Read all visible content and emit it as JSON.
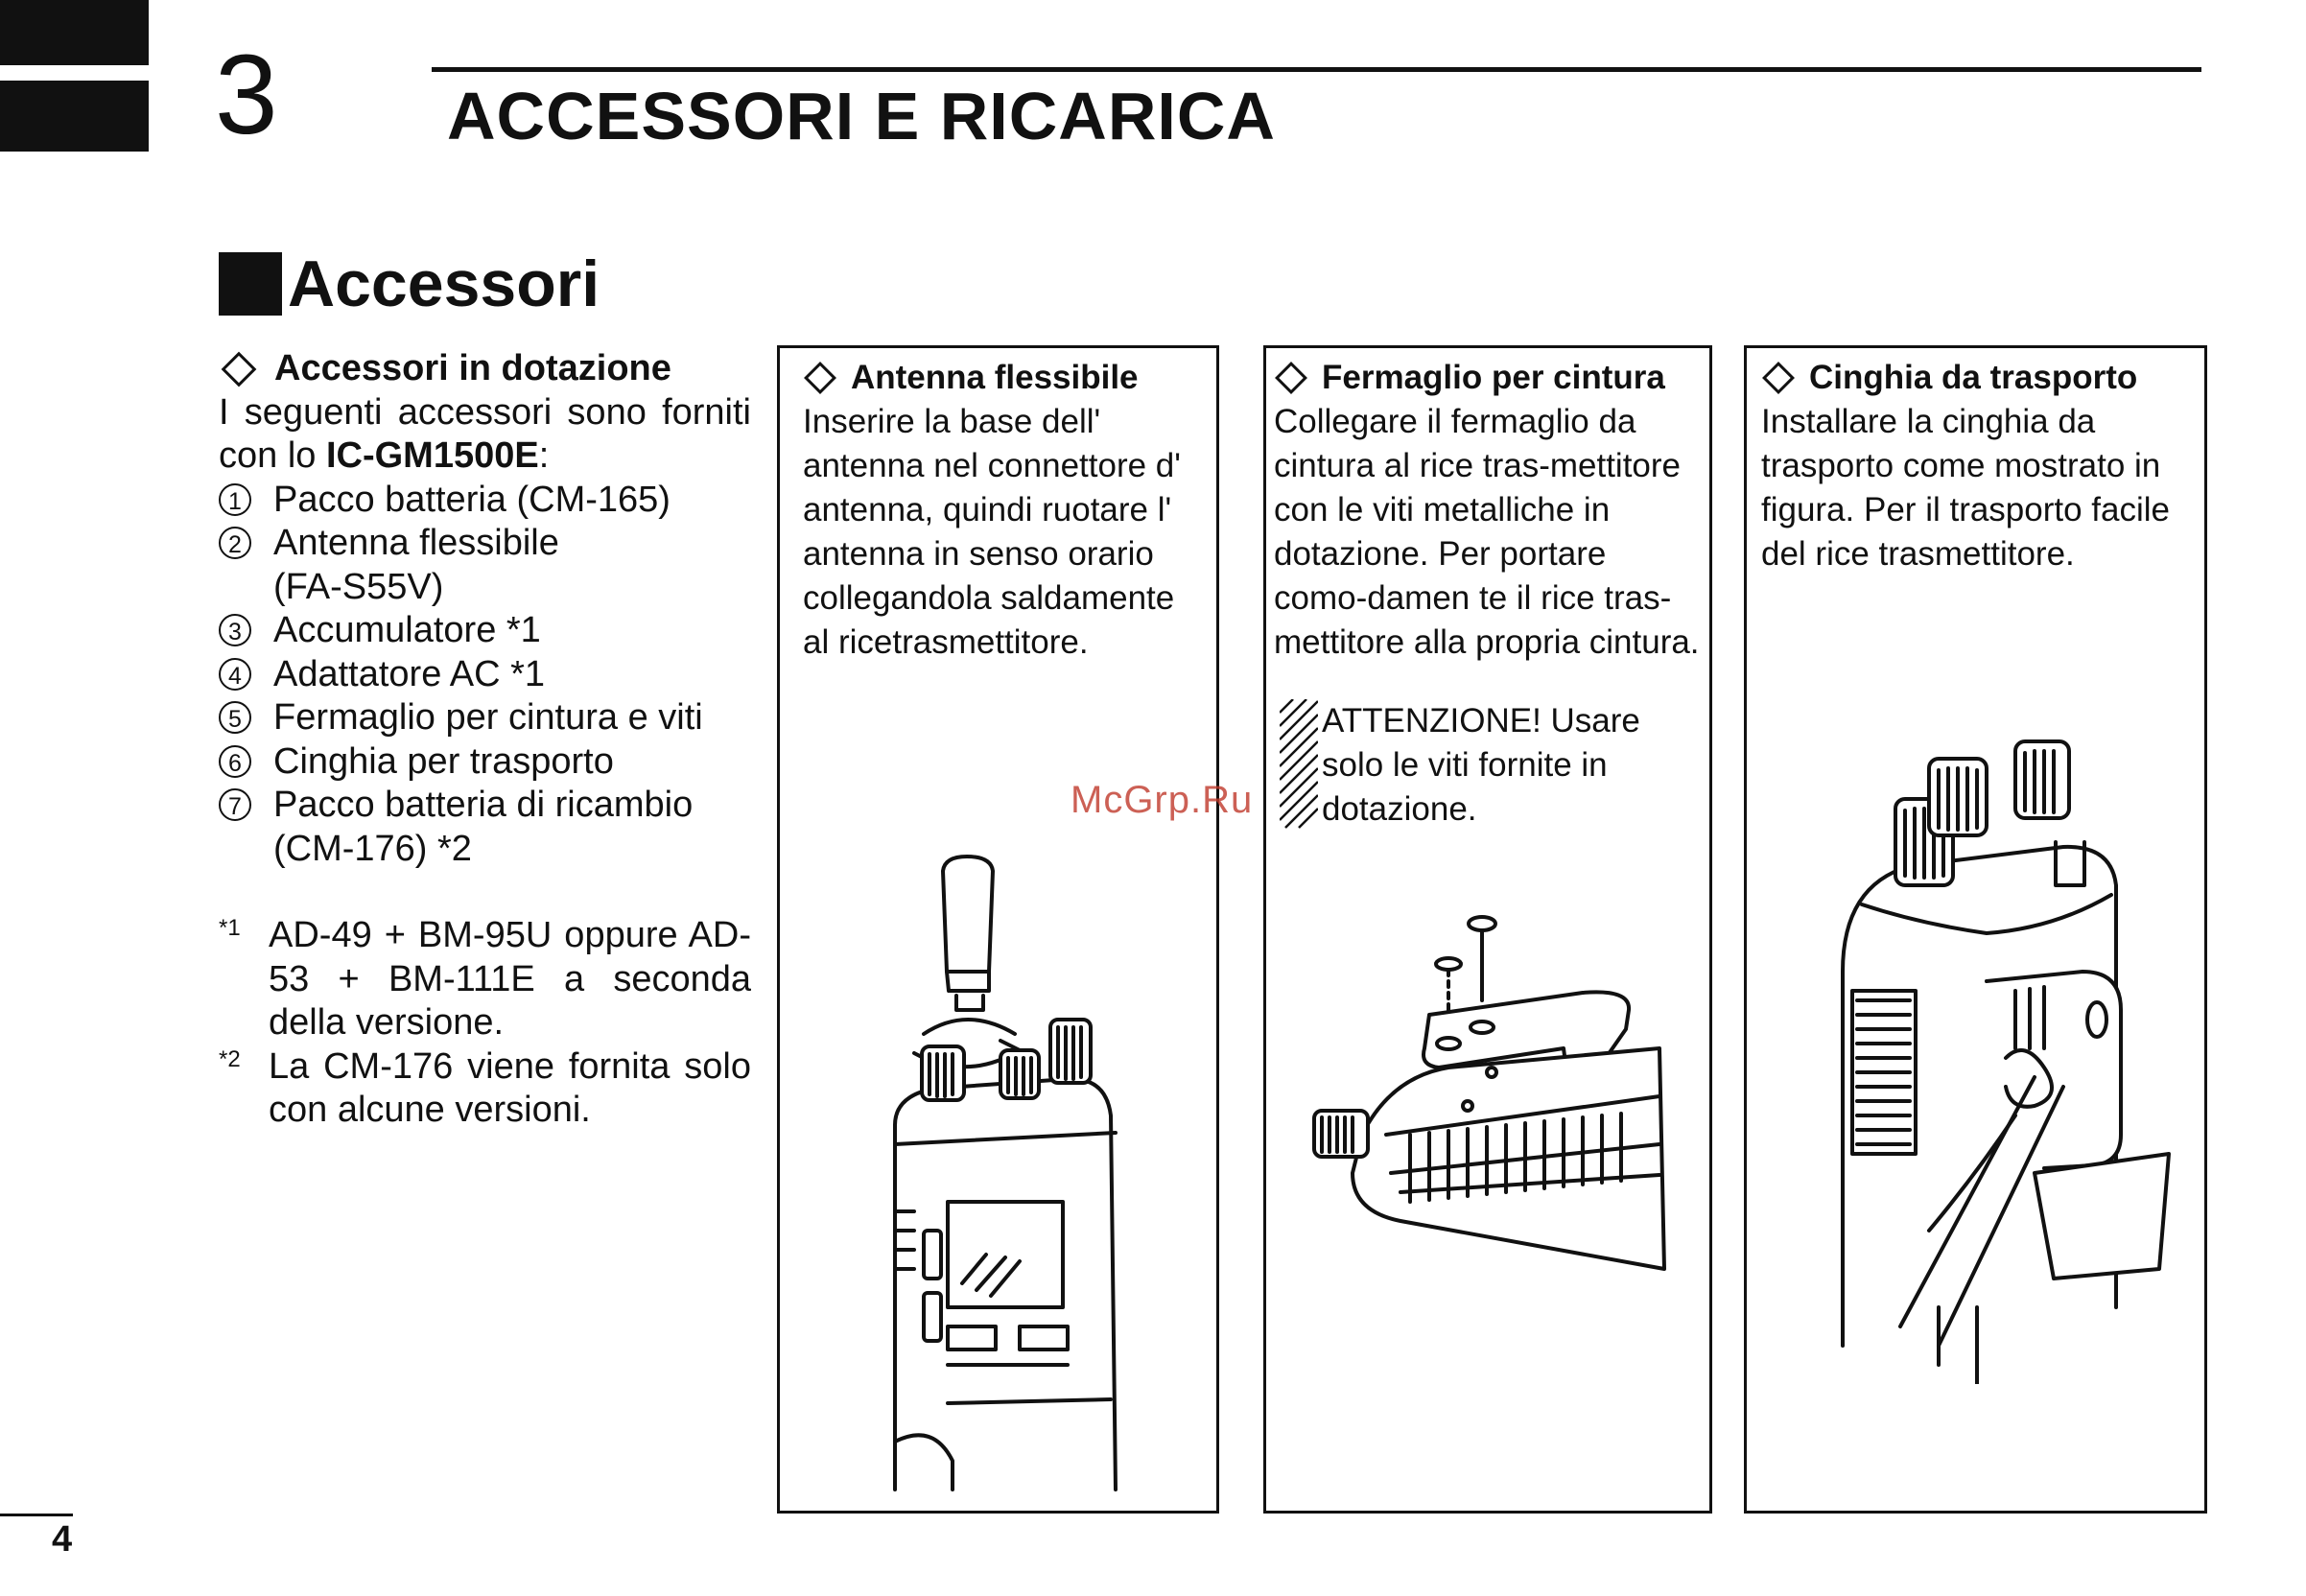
{
  "header": {
    "chapter_number": "3",
    "chapter_title": "ACCESSORI E RICARICA"
  },
  "section": {
    "title": "Accessori"
  },
  "supplied": {
    "heading": "Accessori in dotazione",
    "intro_prefix": "I seguenti accessori sono forniti con lo ",
    "model": "IC-GM1500E",
    "intro_suffix": ":",
    "items": [
      {
        "num": "1",
        "text": "Pacco batteria (CM-165)"
      },
      {
        "num": "2",
        "text": "Antenna flessibile (FA-S55V)"
      },
      {
        "num": "3",
        "text": "Accumulatore *1"
      },
      {
        "num": "4",
        "text": "Adattatore AC *1"
      },
      {
        "num": "5",
        "text": "Fermaglio per cintura e viti"
      },
      {
        "num": "6",
        "text": "Cinghia per trasporto"
      },
      {
        "num": "7",
        "text": "Pacco batteria di ricambio (CM-176) *2"
      }
    ],
    "notes": [
      {
        "mark": "*1",
        "text": "AD-49 + BM-95U oppure AD-53 + BM-111E a seconda della versione."
      },
      {
        "mark": "*2",
        "text": "La CM-176 viene fornita solo con alcune versioni."
      }
    ]
  },
  "panels": {
    "antenna": {
      "title": "Antenna flessibile",
      "body": "Inserire la base dell' antenna nel connettore d' antenna, quindi ruotare l' antenna in senso orario collegandola saldamente al ricetrasmettitore."
    },
    "belt_clip": {
      "title": "Fermaglio per cintura",
      "body": "Collegare il fermaglio da cintura al rice tras-mettitore con le viti metalliche in dotazione. Per portare como-damen te il rice tras-mettitore alla propria cintura.",
      "warning": "ATTENZIONE! Usare solo le viti fornite in dotazione."
    },
    "strap": {
      "title": "Cinghia da trasporto",
      "body": "Installare la cinghia da trasporto come mostrato in figura.  Per il trasporto facile del rice trasmettitore."
    }
  },
  "watermark": "McGrp.Ru",
  "page_number": "4"
}
